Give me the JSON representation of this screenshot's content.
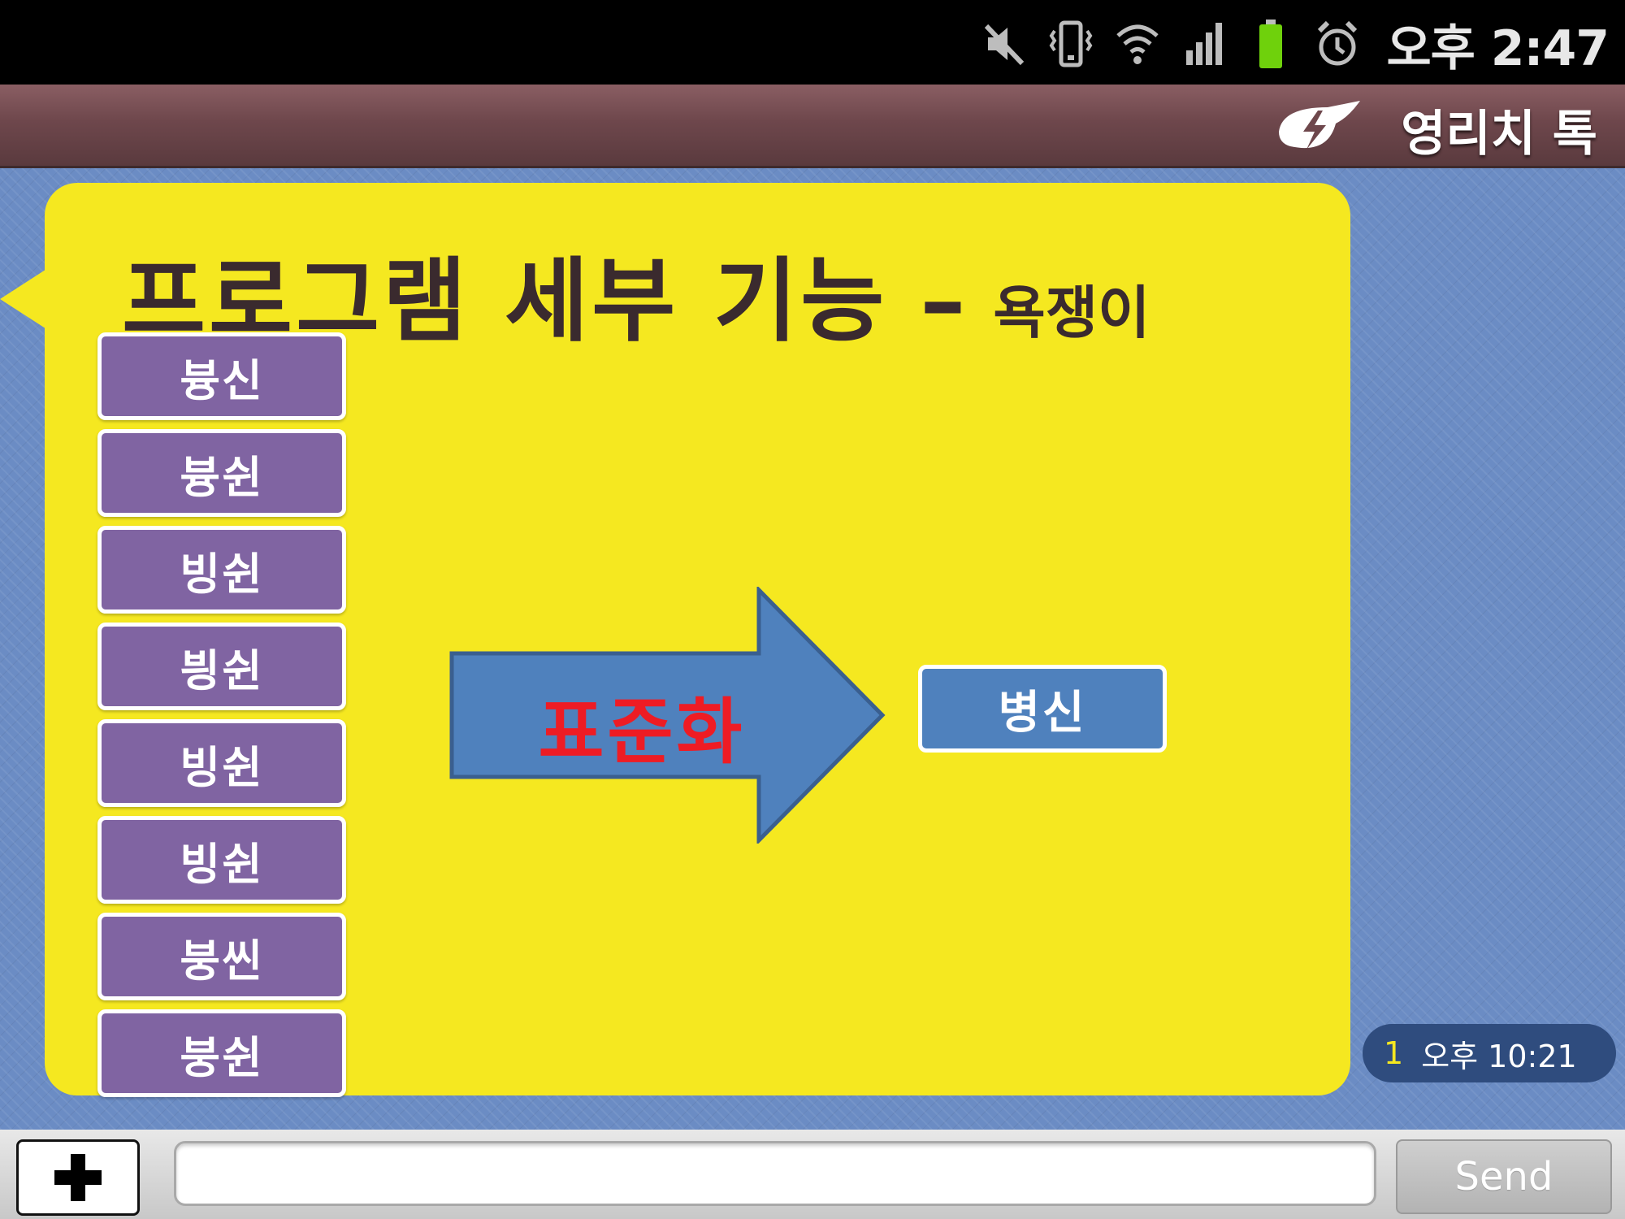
{
  "status_bar": {
    "time": "오후 2:47",
    "icons": [
      "mute-icon",
      "vibrate-icon",
      "wifi-icon",
      "signal-icon",
      "battery-icon",
      "alarm-icon"
    ]
  },
  "header": {
    "title": "영리치 톡",
    "logo_icon": "lightning-logo-icon",
    "background": "#6e474c"
  },
  "slide": {
    "title": "프로그램 세부 기능",
    "separator": "–",
    "subtitle": "욕쟁이",
    "variants": [
      "븅신",
      "븅쉰",
      "빙쉰",
      "븽쉰",
      "빙쉰",
      "빙쉰",
      "붕씬",
      "붕쉰"
    ],
    "arrow_label": "표준화",
    "result": "병신",
    "colors": {
      "bubble": "#f5e820",
      "variant_box": "#8064a2",
      "arrow": "#4f81bd",
      "arrow_label": "#ee1c24"
    }
  },
  "message_meta": {
    "unread_count": "1",
    "time": "오후 10:21"
  },
  "input_bar": {
    "plus_icon": "plus-icon",
    "input_value": "",
    "send_label": "Send"
  }
}
